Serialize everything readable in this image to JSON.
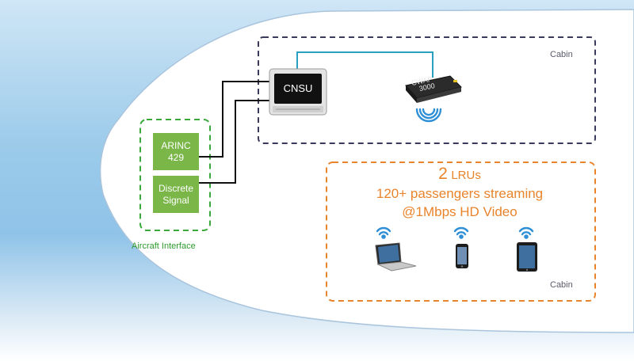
{
  "cabin_top": {
    "label": "Cabin"
  },
  "cabin_bottom": {
    "label": "Cabin"
  },
  "cnsu": {
    "label": "CNSU"
  },
  "cwap": {
    "label_line1": "CWAP",
    "label_line2": "3000"
  },
  "aircraft_interface": {
    "label": "Aircraft Interface",
    "arinc": {
      "line1": "ARINC",
      "line2": "429"
    },
    "discrete": {
      "line1": "Discrete",
      "line2": "Signal"
    }
  },
  "stats": {
    "line1_number": "2",
    "line1_unit": "LRUs",
    "line2": "120+ passengers streaming",
    "line3": "@1Mbps HD Video"
  },
  "devices": [
    {
      "name": "laptop"
    },
    {
      "name": "smartphone"
    },
    {
      "name": "tablet"
    }
  ],
  "colors": {
    "cabin_border": "#3a3a5c",
    "orange": "#e8842c",
    "green_box": "#7ab648",
    "green_border": "#3aa83a",
    "connector_blue": "#2aa0c0",
    "wifi": "#2f8fd6"
  }
}
